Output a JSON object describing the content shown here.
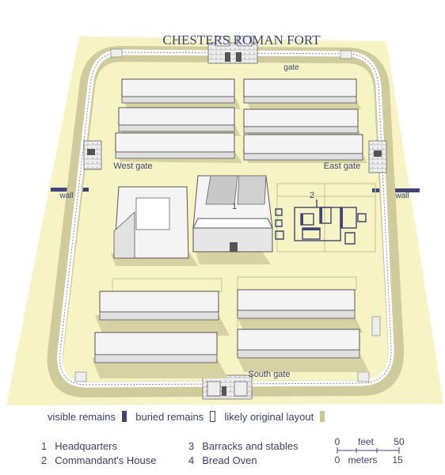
{
  "title": "CHESTERS ROMAN FORT",
  "gate_labels": {
    "north": "gate",
    "west": "West gate",
    "east": "East gate",
    "south": "South gate",
    "wall_left": "wall",
    "wall_right": "wall"
  },
  "building_numbers": {
    "headquarters": "1",
    "commandants_house": "2"
  },
  "legend": {
    "visible_remains": "visible remains",
    "buried_remains": "buried remains",
    "likely_original_layout": "likely original layout"
  },
  "key": [
    {
      "number": "1",
      "label": "Headquarters"
    },
    {
      "number": "2",
      "label": "Commandant's House"
    },
    {
      "number": "3",
      "label": "Barracks and stables"
    },
    {
      "number": "4",
      "label": "Bread Oven"
    }
  ],
  "scale": {
    "feet_label": "feet",
    "feet_zero": "0",
    "feet_max": "50",
    "meters_label": "meters",
    "meters_zero": "0",
    "meters_max": "15"
  },
  "colors": {
    "ground": "#f6f3c4",
    "wall_track": "#cfcb9c",
    "ink": "#3f4577",
    "roof": "#f4f4f4",
    "shadow": "#b9b58a"
  }
}
